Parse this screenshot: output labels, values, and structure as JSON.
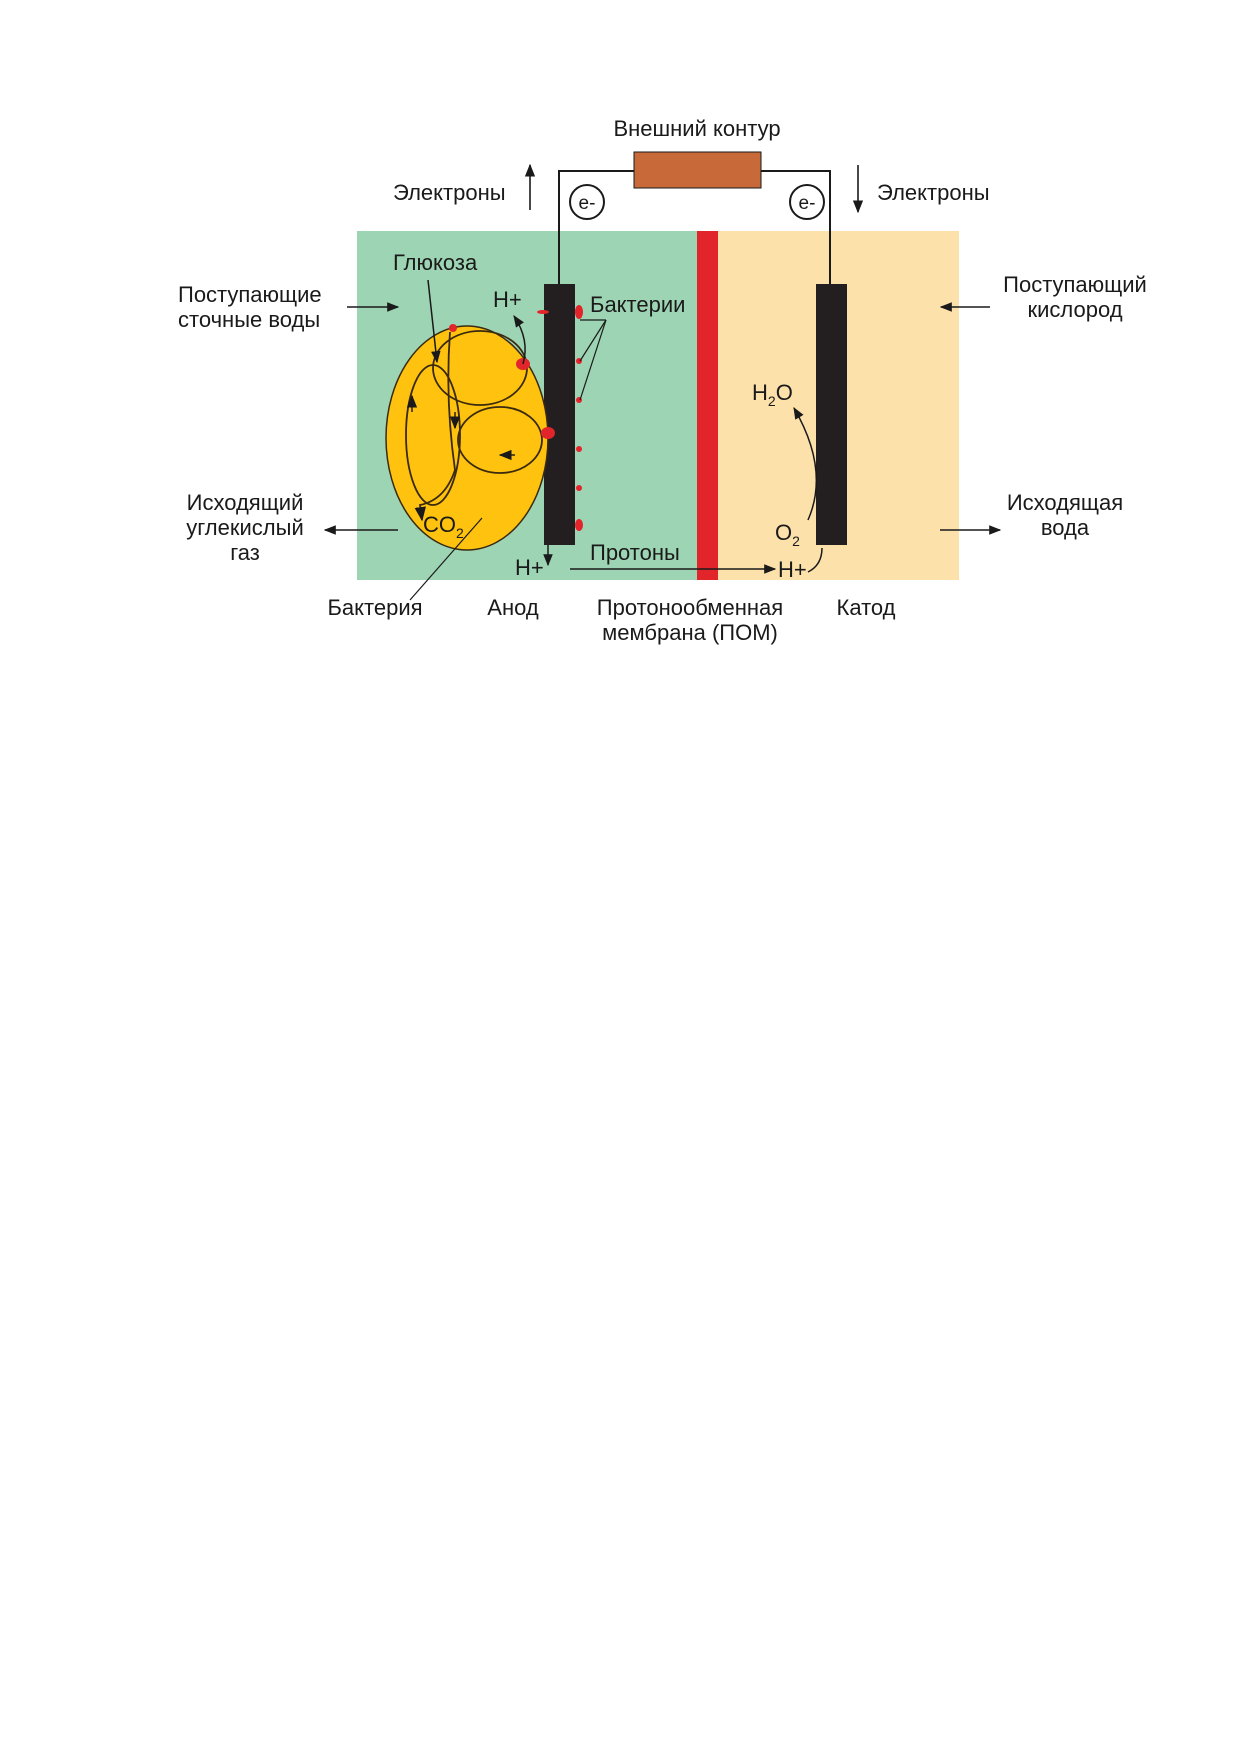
{
  "colors": {
    "anode_chamber": "#9dd4b4",
    "cathode_chamber": "#fde1ab",
    "membrane": "#e2242b",
    "electrode": "#231f20",
    "resistor": "#c8693a",
    "bacterium": "#ffc20e",
    "bacterium_outline": "#3a2a10",
    "bacteria_dots": "#e2242b"
  },
  "labels": {
    "external_circuit": "Внешний контур",
    "electrons_left": "Электроны",
    "electrons_right": "Электроны",
    "electron_symbol": "e-",
    "glucose": "Глюкоза",
    "incoming_wastewater_1": "Поступающие",
    "incoming_wastewater_2": "сточные воды",
    "h_plus_top": "H+",
    "bacteria_plural": "Бактерии",
    "incoming_oxygen_1": "Поступающий",
    "incoming_oxygen_2": "кислород",
    "water_h": "H",
    "water_sub": "2",
    "water_o": "O",
    "outgoing_co2_1": "Исходящий",
    "outgoing_co2_2": "углекислый",
    "outgoing_co2_3": "газ",
    "co2_c": "CO",
    "co2_sub": "2",
    "o2_o": "O",
    "o2_sub": "2",
    "outgoing_water_1": "Исходящая",
    "outgoing_water_2": "вода",
    "protons": "Протоны",
    "h_plus_left": "H+",
    "h_plus_right": "H+",
    "bacterium": "Бактерия",
    "anode": "Анод",
    "membrane_1": "Протонообменная",
    "membrane_2": "мембрана (ПОМ)",
    "cathode": "Катод"
  }
}
